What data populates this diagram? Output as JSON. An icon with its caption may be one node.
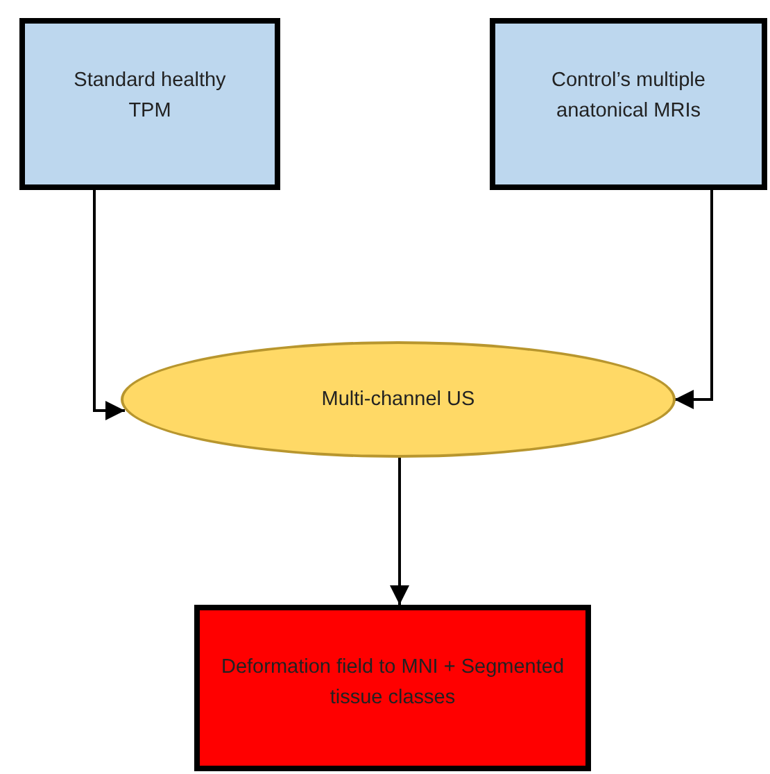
{
  "diagram": {
    "nodes": [
      {
        "text": [
          "Standard healthy TPM"
        ]
      },
      {
        "text": [
          "Control’s multiple anatonical MRIs"
        ]
      },
      {
        "text": [
          "Multi-channel US"
        ]
      },
      {
        "text": [
          "Deformation field to MNI + Segmented tissue classes"
        ]
      }
    ],
    "edges": [
      {
        "from": 0,
        "to": 2,
        "arrow": "to"
      },
      {
        "from": 1,
        "to": 2,
        "arrow": "to"
      },
      {
        "from": 2,
        "to": 3,
        "arrow": "to"
      }
    ]
  }
}
